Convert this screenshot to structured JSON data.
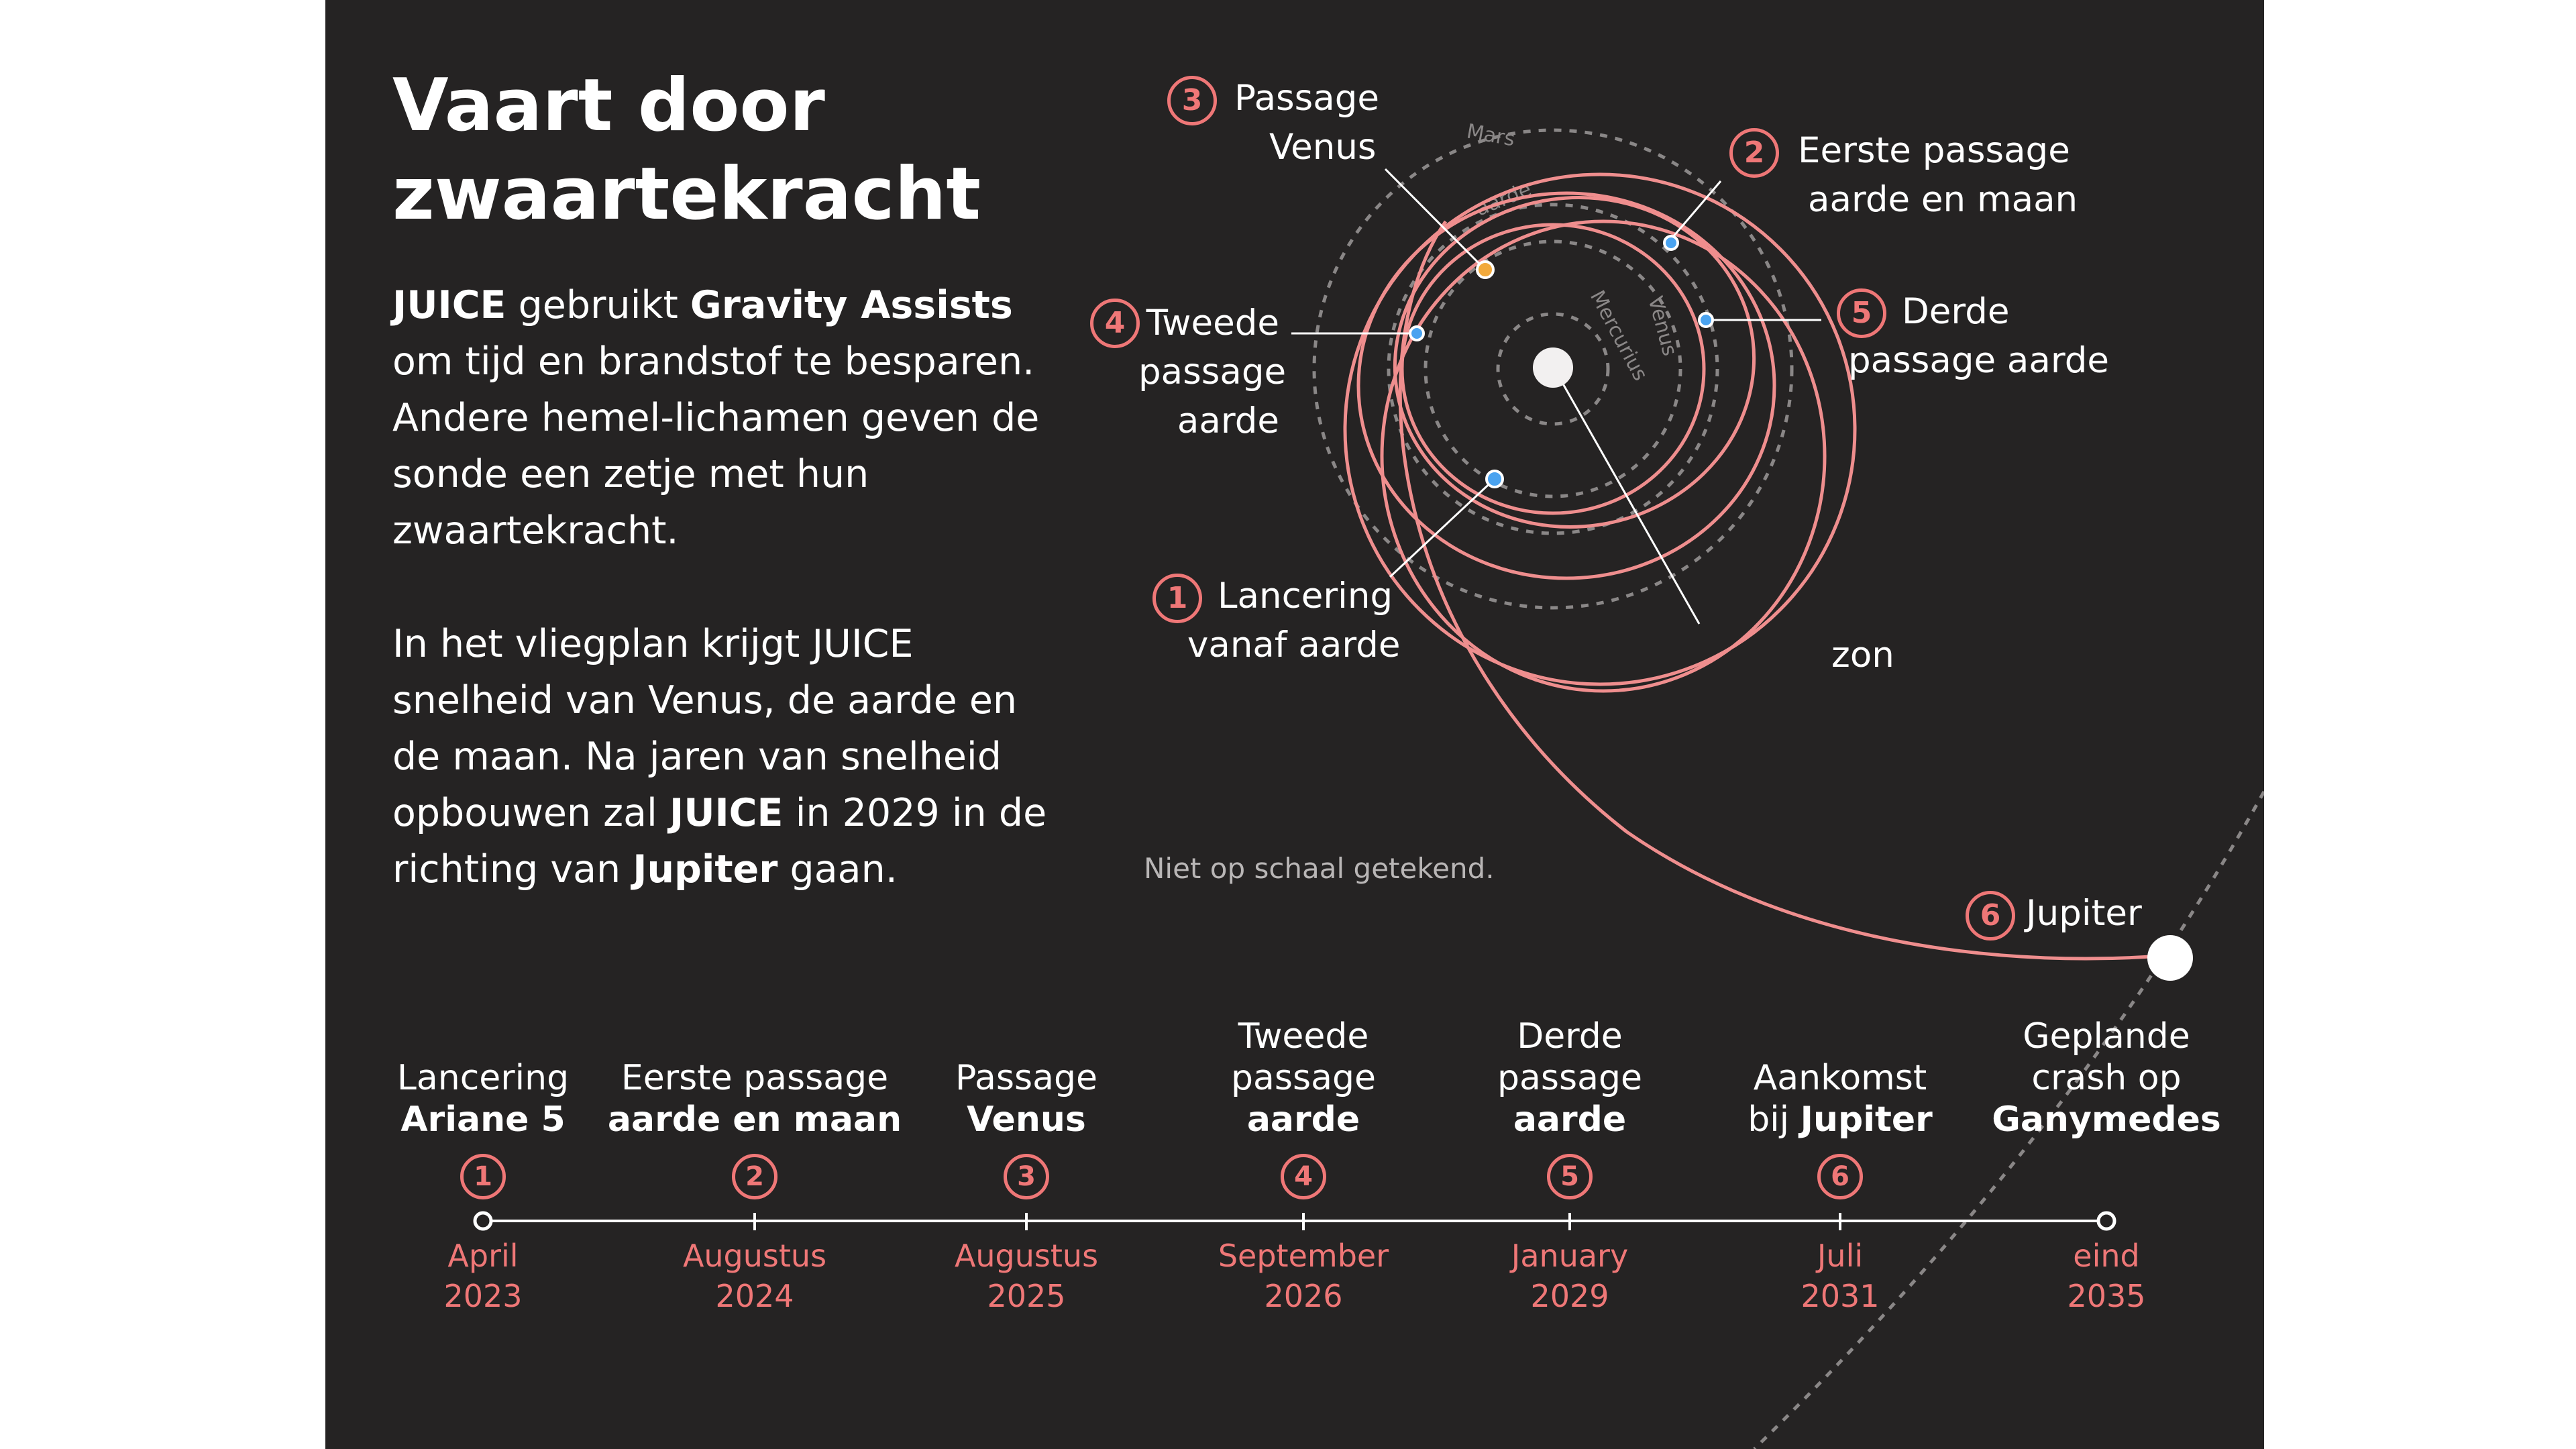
{
  "title": {
    "line1": "Vaart door",
    "line2": "zwaartekracht"
  },
  "intro": {
    "p1": [
      {
        "b": "JUICE"
      },
      {
        "t": " gebruikt "
      },
      {
        "b": "Gravity Assists"
      },
      {
        "t": " om tijd en brandstof te besparen.  Andere hemel-lichamen geven de sonde een zetje met hun zwaartekracht."
      }
    ],
    "p2": [
      {
        "t": "In het vliegplan krijgt JUICE snelheid van Venus, de aarde en de maan. Na jaren van snelheid opbouwen zal "
      },
      {
        "b": "JUICE"
      },
      {
        "t": " in 2029 in de richting van "
      },
      {
        "b": "Jupiter"
      },
      {
        "t": " gaan."
      }
    ]
  },
  "orbit_labels": {
    "mars": "Mars",
    "aarde": "aarde",
    "venus": "Venus",
    "mercurius": "Mercurius"
  },
  "diagram_labels": {
    "l1": {
      "num": "1",
      "line1": "Lancering",
      "line2": "vanaf aarde"
    },
    "l2": {
      "num": "2",
      "line1": "Eerste passage",
      "line2": "aarde en maan"
    },
    "l3": {
      "num": "3",
      "line1": "Passage",
      "line2": "Venus"
    },
    "l4": {
      "num": "4",
      "line1": "Tweede",
      "line2": "passage",
      "line3": "aarde"
    },
    "l5": {
      "num": "5",
      "line1": "Derde",
      "line2": "passage aarde"
    },
    "l6": {
      "num": "6",
      "line1": "Jupiter"
    },
    "zon": "zon"
  },
  "scale_note": "Niet op schaal getekend.",
  "timeline": [
    {
      "num": "1",
      "lines": [
        {
          "t": "Lancering"
        },
        {
          "b": "Ariane 5"
        }
      ],
      "date": [
        "April",
        "2023"
      ]
    },
    {
      "num": "2",
      "lines": [
        {
          "t": "Eerste passage"
        },
        {
          "b": "aarde en maan"
        }
      ],
      "date": [
        "Augustus",
        "2024"
      ]
    },
    {
      "num": "3",
      "lines": [
        {
          "t": "Passage"
        },
        {
          "b": "Venus"
        }
      ],
      "date": [
        "Augustus",
        "2025"
      ]
    },
    {
      "num": "4",
      "lines": [
        {
          "t": "Tweede"
        },
        {
          "t": "passage"
        },
        {
          "b": "aarde"
        }
      ],
      "date": [
        "September",
        "2026"
      ]
    },
    {
      "num": "",
      "lines": [
        {
          "t": "Derde"
        },
        {
          "t": "passage"
        },
        {
          "b": "aarde"
        }
      ],
      "date": [
        "January",
        "2029"
      ]
    },
    {
      "num": "6",
      "lines": [
        {
          "t": "Aankomst"
        },
        {
          "t": "bij "
        },
        {
          "b": "Jupiter"
        }
      ],
      "date": [
        "Juli",
        "2031"
      ]
    },
    {
      "num": "",
      "lines": [
        {
          "t": "Geplande"
        },
        {
          "t": "crash op"
        },
        {
          "b": "Ganymedes"
        }
      ],
      "date": [
        "eind",
        "2035"
      ]
    }
  ],
  "timeline_fifth_num": "5",
  "colors": {
    "background": "#252323",
    "accent": "#ef7777",
    "orbit_dashed": "#8a8787",
    "flyby_earth": "#4aa3f0",
    "flyby_venus": "#f2a93b"
  }
}
